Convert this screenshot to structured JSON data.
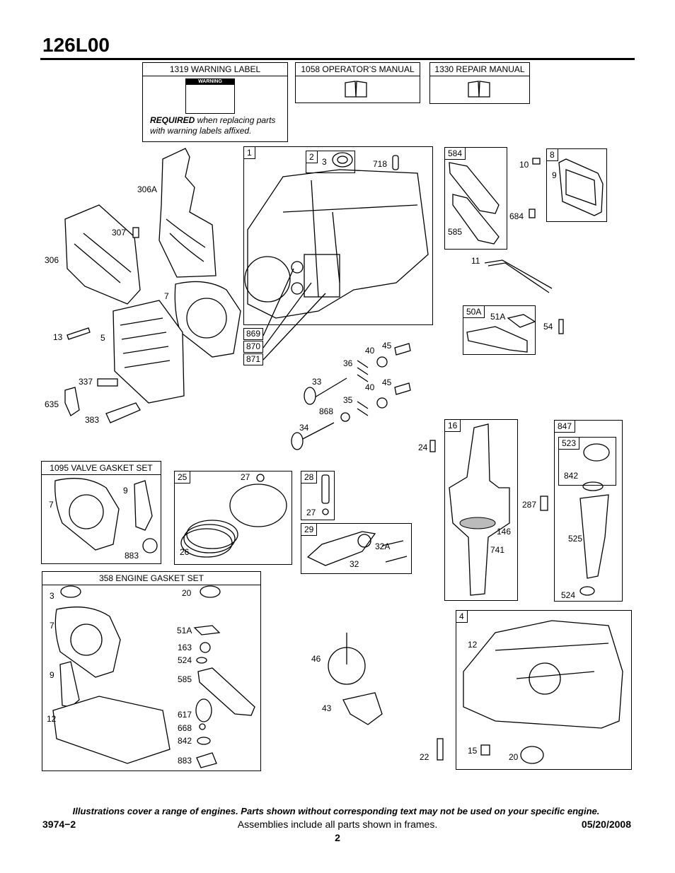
{
  "doc": {
    "model": "126L00",
    "footer_note": "Illustrations cover a range of engines. Parts shown without corresponding text may not be used on your specific engine.",
    "doc_number": "3974−2",
    "assembly_note": "Assemblies include all parts shown in frames.",
    "date": "05/20/2008",
    "page": "2"
  },
  "boxes": {
    "warning_label": "1319 WARNING LABEL",
    "warning_sign": "WARNING",
    "required_word": "REQUIRED",
    "required_rest": " when replacing parts with warning labels affixed.",
    "operators_manual": "1058 OPERATOR’S MANUAL",
    "repair_manual": "1330 REPAIR MANUAL",
    "valve_gasket_set": "1095 VALVE GASKET SET",
    "engine_gasket_set": "358 ENGINE GASKET SET"
  },
  "frame_numbers": {
    "cylinder": "1",
    "seal": "2",
    "breather_gasket": "584",
    "breather": "8",
    "dipstick_tube": "50A",
    "crankshaft": "16",
    "oil_fill": "847",
    "cap": "523",
    "piston_rings": "25",
    "wrist_pin": "28",
    "connecting_rod": "29",
    "sump": "4",
    "r869": "869",
    "r870": "870",
    "r871": "871"
  },
  "parts": {
    "p306A": "306A",
    "p307": "307",
    "p306": "306",
    "p7a": "7",
    "p13": "13",
    "p5": "5",
    "p337": "337",
    "p635": "635",
    "p383": "383",
    "p3a": "3",
    "p718": "718",
    "p10": "10",
    "p9a": "9",
    "p585a": "585",
    "p684": "684",
    "p11": "11",
    "p51Aa": "51A",
    "p54": "54",
    "p40a": "40",
    "p45a": "45",
    "p36": "36",
    "p33": "33",
    "p40b": "40",
    "p45b": "45",
    "p35": "35",
    "p868": "868",
    "p34": "34",
    "p24": "24",
    "p7b": "7",
    "p9b": "9",
    "p883a": "883",
    "p27a": "27",
    "p26": "26",
    "p27b": "27",
    "p32A": "32A",
    "p32": "32",
    "p146": "146",
    "p741": "741",
    "p287": "287",
    "p842a": "842",
    "p525": "525",
    "p524a": "524",
    "p3b": "3",
    "p20a": "20",
    "p7c": "7",
    "p51Ab": "51A",
    "p163": "163",
    "p524b": "524",
    "p9c": "9",
    "p585b": "585",
    "p12a": "12",
    "p617": "617",
    "p668": "668",
    "p842b": "842",
    "p883b": "883",
    "p46": "46",
    "p43": "43",
    "p22": "22",
    "p12b": "12",
    "p15": "15",
    "p20b": "20"
  }
}
